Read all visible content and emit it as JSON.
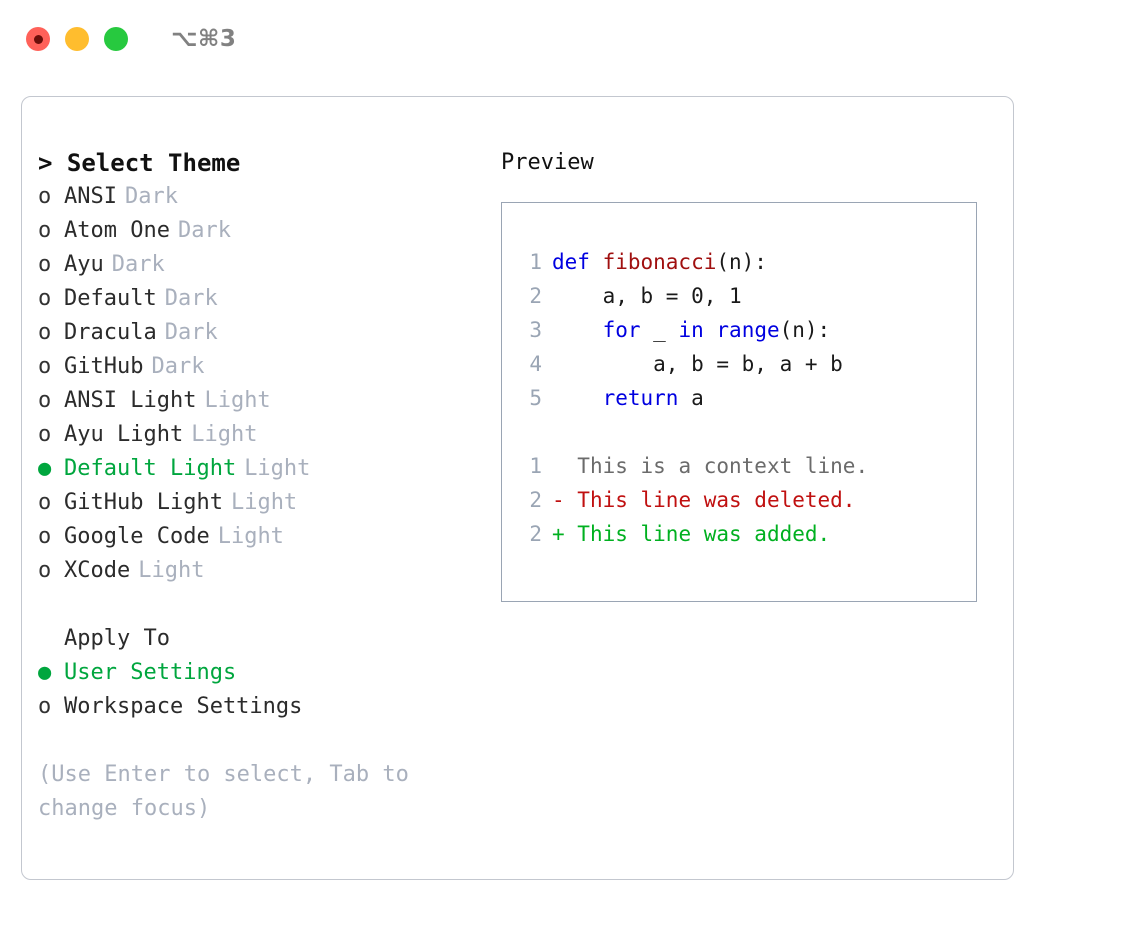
{
  "window": {
    "title": "⌥⌘3",
    "traffic_lights": [
      {
        "name": "close",
        "color": "#ff6159"
      },
      {
        "name": "minimize",
        "color": "#ffbd2e"
      },
      {
        "name": "maximize",
        "color": "#27c93f"
      }
    ]
  },
  "theme_picker": {
    "heading": "> Select Theme",
    "items": [
      {
        "bullet": "o",
        "label": "ANSI",
        "meta": "Dark",
        "selected": false
      },
      {
        "bullet": "o",
        "label": "Atom One",
        "meta": "Dark",
        "selected": false
      },
      {
        "bullet": "o",
        "label": "Ayu",
        "meta": "Dark",
        "selected": false
      },
      {
        "bullet": "o",
        "label": "Default",
        "meta": "Dark",
        "selected": false
      },
      {
        "bullet": "o",
        "label": "Dracula",
        "meta": "Dark",
        "selected": false
      },
      {
        "bullet": "o",
        "label": "GitHub",
        "meta": "Dark",
        "selected": false
      },
      {
        "bullet": "o",
        "label": "ANSI Light",
        "meta": "Light",
        "selected": false
      },
      {
        "bullet": "o",
        "label": "Ayu Light",
        "meta": "Light",
        "selected": false
      },
      {
        "bullet": "●",
        "label": "Default Light",
        "meta": "Light",
        "selected": true
      },
      {
        "bullet": "o",
        "label": "GitHub Light",
        "meta": "Light",
        "selected": false
      },
      {
        "bullet": "o",
        "label": "Google Code",
        "meta": "Light",
        "selected": false
      },
      {
        "bullet": "o",
        "label": "XCode",
        "meta": "Light",
        "selected": false
      }
    ]
  },
  "apply_to": {
    "label": "Apply To",
    "options": [
      {
        "bullet": "●",
        "label": "User Settings",
        "selected": true
      },
      {
        "bullet": "o",
        "label": "Workspace Settings",
        "selected": false
      }
    ]
  },
  "hint": "(Use Enter to select, Tab to change focus)",
  "preview": {
    "title": "Preview",
    "code_lines": [
      {
        "no": "1",
        "tokens": [
          {
            "t": "def ",
            "c": "kw"
          },
          {
            "t": "fibonacci",
            "c": "fn"
          },
          {
            "t": "(n):",
            "c": "pl"
          }
        ]
      },
      {
        "no": "2",
        "tokens": [
          {
            "t": "    a, b = ",
            "c": "pl"
          },
          {
            "t": "0",
            "c": "num"
          },
          {
            "t": ", ",
            "c": "pl"
          },
          {
            "t": "1",
            "c": "num"
          }
        ]
      },
      {
        "no": "3",
        "tokens": [
          {
            "t": "    ",
            "c": "pl"
          },
          {
            "t": "for",
            "c": "kw"
          },
          {
            "t": " _ ",
            "c": "pl"
          },
          {
            "t": "in",
            "c": "kw"
          },
          {
            "t": " ",
            "c": "pl"
          },
          {
            "t": "range",
            "c": "bi"
          },
          {
            "t": "(n):",
            "c": "pl"
          }
        ]
      },
      {
        "no": "4",
        "tokens": [
          {
            "t": "        a, b = b, a + b",
            "c": "pl"
          }
        ]
      },
      {
        "no": "5",
        "tokens": [
          {
            "t": "    ",
            "c": "pl"
          },
          {
            "t": "return",
            "c": "kw"
          },
          {
            "t": " a",
            "c": "pl"
          }
        ]
      }
    ],
    "diff_lines": [
      {
        "no": "1",
        "marker": "  ",
        "text": "This is a context line.",
        "kind": "d-ctx"
      },
      {
        "no": "2",
        "marker": "- ",
        "text": "This line was deleted.",
        "kind": "d-del"
      },
      {
        "no": "2",
        "marker": "+ ",
        "text": "This line was added.",
        "kind": "d-add"
      }
    ]
  },
  "colors": {
    "accent_green": "#00a63e",
    "muted": "#a9b0bd",
    "keyword_blue": "#0000e0",
    "function_red": "#a01010",
    "diff_added": "#00b020",
    "diff_deleted": "#c01010",
    "panel_border": "#c3c7cf",
    "preview_border": "#9aa5b4"
  }
}
